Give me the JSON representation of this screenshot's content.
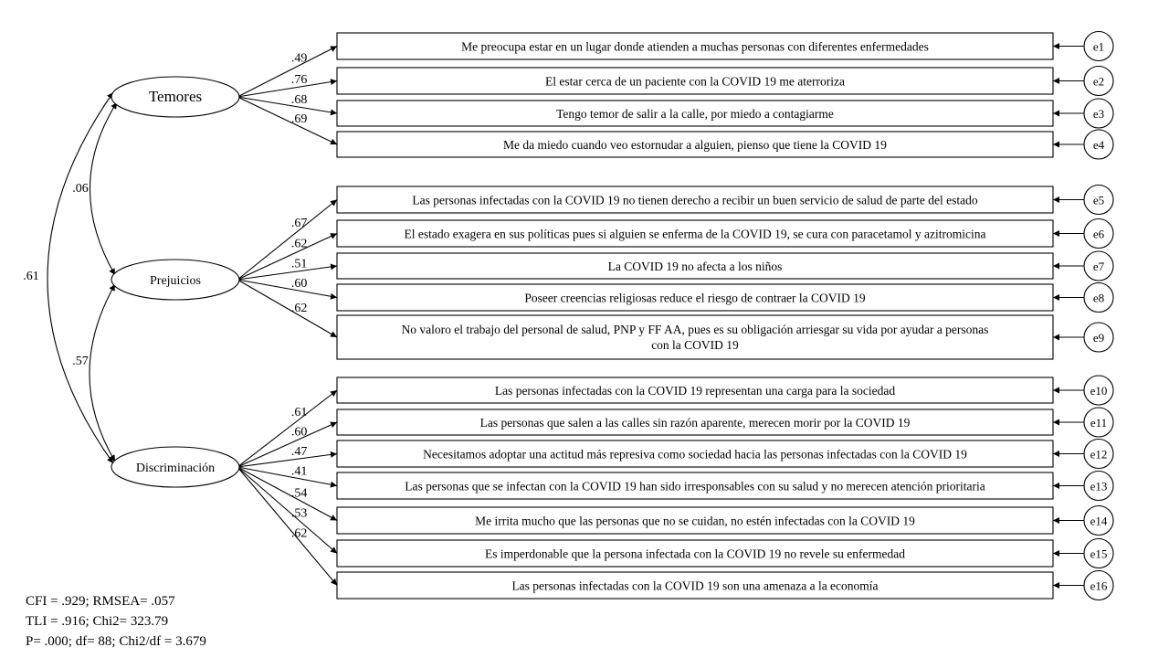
{
  "factors": [
    {
      "name": "Temores"
    },
    {
      "name": "Prejuicios"
    },
    {
      "name": "Discriminación"
    }
  ],
  "correlations": [
    {
      "pair": "Temores-Prejuicios",
      "value": ".06"
    },
    {
      "pair": "Temores-Discriminación",
      "value": ".61"
    },
    {
      "pair": "Prejuicios-Discriminación",
      "value": ".57"
    }
  ],
  "items": [
    {
      "factor": 0,
      "error": "e1",
      "loading": ".49",
      "text": [
        "Me preocupa estar en un lugar donde atienden a muchas personas con diferentes enfermedades"
      ]
    },
    {
      "factor": 0,
      "error": "e2",
      "loading": ".76",
      "text": [
        "El estar cerca de un paciente con la COVID 19 me aterroriza"
      ]
    },
    {
      "factor": 0,
      "error": "e3",
      "loading": ".68",
      "text": [
        "Tengo temor de salir a la calle, por miedo a contagiarme"
      ]
    },
    {
      "factor": 0,
      "error": "e4",
      "loading": ".69",
      "text": [
        "Me da miedo cuando veo estornudar a alguien, pienso que tiene la COVID 19"
      ]
    },
    {
      "factor": 1,
      "error": "e5",
      "loading": ".67",
      "text": [
        "Las personas infectadas con la COVID 19 no tienen derecho a recibir un buen servicio de salud de parte del estado"
      ]
    },
    {
      "factor": 1,
      "error": "e6",
      "loading": ".62",
      "text": [
        "El estado exagera en sus políticas pues si alguien se enferma de la COVID 19, se cura con paracetamol y azitromicina"
      ]
    },
    {
      "factor": 1,
      "error": "e7",
      "loading": ".51",
      "text": [
        "La COVID 19 no afecta a los niños"
      ]
    },
    {
      "factor": 1,
      "error": "e8",
      "loading": ".60",
      "text": [
        "Poseer creencias religiosas reduce el riesgo de contraer la COVID 19"
      ]
    },
    {
      "factor": 1,
      "error": "e9",
      "loading": ".62",
      "text": [
        "No valoro el trabajo del personal de salud, PNP y FF AA, pues es su obligación arriesgar su vida por ayudar a personas",
        "con la COVID 19"
      ]
    },
    {
      "factor": 2,
      "error": "e10",
      "loading": ".61",
      "text": [
        "Las personas infectadas con la COVID 19 representan una carga para la sociedad"
      ]
    },
    {
      "factor": 2,
      "error": "e11",
      "loading": ".60",
      "text": [
        "Las personas que salen a las calles sin razón aparente, merecen morir por la COVID 19"
      ]
    },
    {
      "factor": 2,
      "error": "e12",
      "loading": ".47",
      "text": [
        "Necesitamos adoptar una actitud más represiva como sociedad hacia las personas infectadas con la COVID 19"
      ]
    },
    {
      "factor": 2,
      "error": "e13",
      "loading": ".41",
      "text": [
        "Las personas que se infectan con la COVID 19 han sido irresponsables con su salud y no merecen atención prioritaria"
      ]
    },
    {
      "factor": 2,
      "error": "e14",
      "loading": ".54",
      "text": [
        "Me irrita mucho que las personas que no se cuidan, no estén infectadas con la COVID 19"
      ]
    },
    {
      "factor": 2,
      "error": "e15",
      "loading": ".53",
      "text": [
        "Es imperdonable que la persona infectada con la COVID 19 no revele su enfermedad"
      ]
    },
    {
      "factor": 2,
      "error": "e16",
      "loading": ".62",
      "text": [
        "Las personas infectadas con la COVID 19 son una amenaza a la economía"
      ]
    }
  ],
  "fit_indices": [
    "CFI = .929; RMSEA= .057",
    "TLI = .916; Chi2= 323.79",
    "P= .000; df= 88; Chi2/df = 3.679"
  ]
}
